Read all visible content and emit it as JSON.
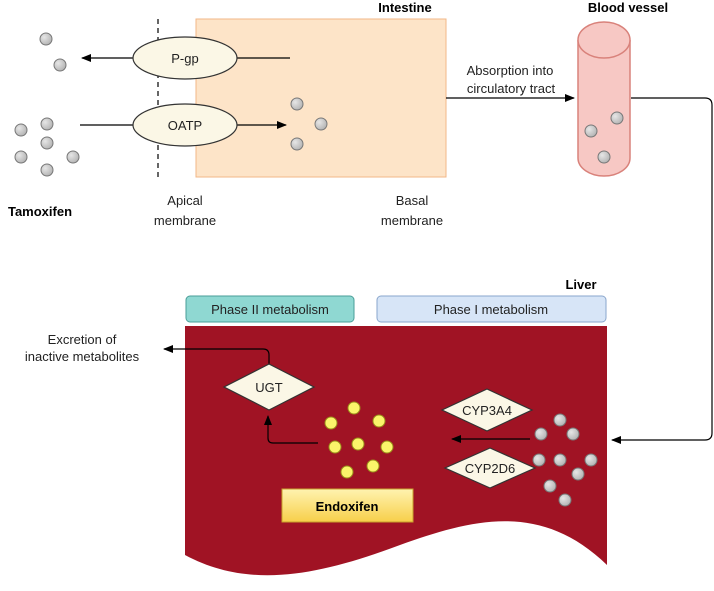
{
  "labels": {
    "intestine": "Intestine",
    "blood_vessel": "Blood vessel",
    "pgp": "P-gp",
    "oatp": "OATP",
    "tamoxifen": "Tamoxifen",
    "apical_line1": "Apical",
    "apical_line2": "membrane",
    "basal_line1": "Basal",
    "basal_line2": "membrane",
    "absorption_line1": "Absorption into",
    "absorption_line2": "circulatory tract",
    "liver": "Liver",
    "phase2": "Phase II metabolism",
    "phase1": "Phase I metabolism",
    "excretion_line1": "Excretion of",
    "excretion_line2": "inactive metabolites",
    "ugt": "UGT",
    "cyp3a4": "CYP3A4",
    "cyp2d6": "CYP2D6",
    "endoxifen": "Endoxifen"
  },
  "colors": {
    "intestine_fill": "#fde4c8",
    "intestine_stroke": "#f2b787",
    "vessel_fill": "#f7c8c4",
    "vessel_stroke": "#d9827b",
    "liver_fill": "#a01324",
    "phase2_fill": "#8fd8d2",
    "phase1_fill": "#d7e5f7",
    "endoxifen_fill": "#fddc6a",
    "molecule_gray": "#c8c8c8",
    "molecule_yellow": "#fbf46a",
    "enzyme_fill": "#fbf7e6"
  }
}
